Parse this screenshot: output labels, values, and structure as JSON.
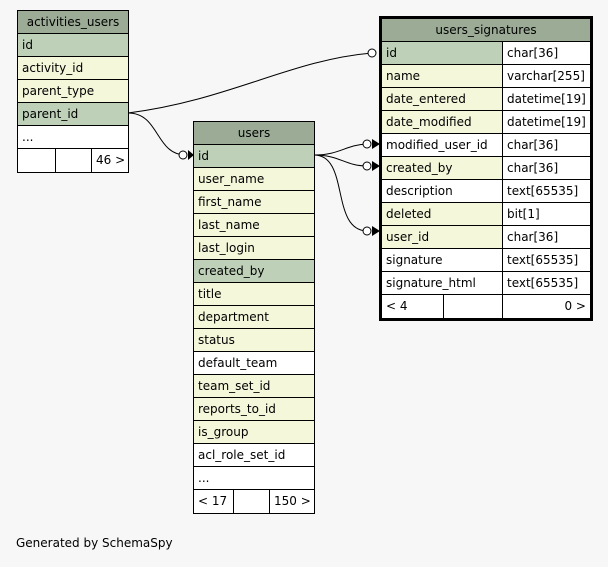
{
  "tables": {
    "activities_users": {
      "title": "activities_users",
      "columns": [
        "id",
        "activity_id",
        "parent_type",
        "parent_id",
        "..."
      ],
      "footer": {
        "left": "",
        "mid": "",
        "right": "46 >"
      }
    },
    "users": {
      "title": "users",
      "columns": [
        "id",
        "user_name",
        "first_name",
        "last_name",
        "last_login",
        "created_by",
        "title",
        "department",
        "status",
        "default_team",
        "team_set_id",
        "reports_to_id",
        "is_group",
        "acl_role_set_id",
        "..."
      ],
      "footer": {
        "left": "< 17",
        "mid": "",
        "right": "150 >"
      }
    },
    "users_signatures": {
      "title": "users_signatures",
      "columns": [
        {
          "name": "id",
          "type": "char[36]"
        },
        {
          "name": "name",
          "type": "varchar[255]"
        },
        {
          "name": "date_entered",
          "type": "datetime[19]"
        },
        {
          "name": "date_modified",
          "type": "datetime[19]"
        },
        {
          "name": "modified_user_id",
          "type": "char[36]"
        },
        {
          "name": "created_by",
          "type": "char[36]"
        },
        {
          "name": "description",
          "type": "text[65535]"
        },
        {
          "name": "deleted",
          "type": "bit[1]"
        },
        {
          "name": "user_id",
          "type": "char[36]"
        },
        {
          "name": "signature",
          "type": "text[65535]"
        },
        {
          "name": "signature_html",
          "type": "text[65535]"
        }
      ],
      "footer": {
        "left": "< 4",
        "mid": "",
        "right": "0 >"
      }
    }
  },
  "footer_text": "Generated by SchemaSpy"
}
